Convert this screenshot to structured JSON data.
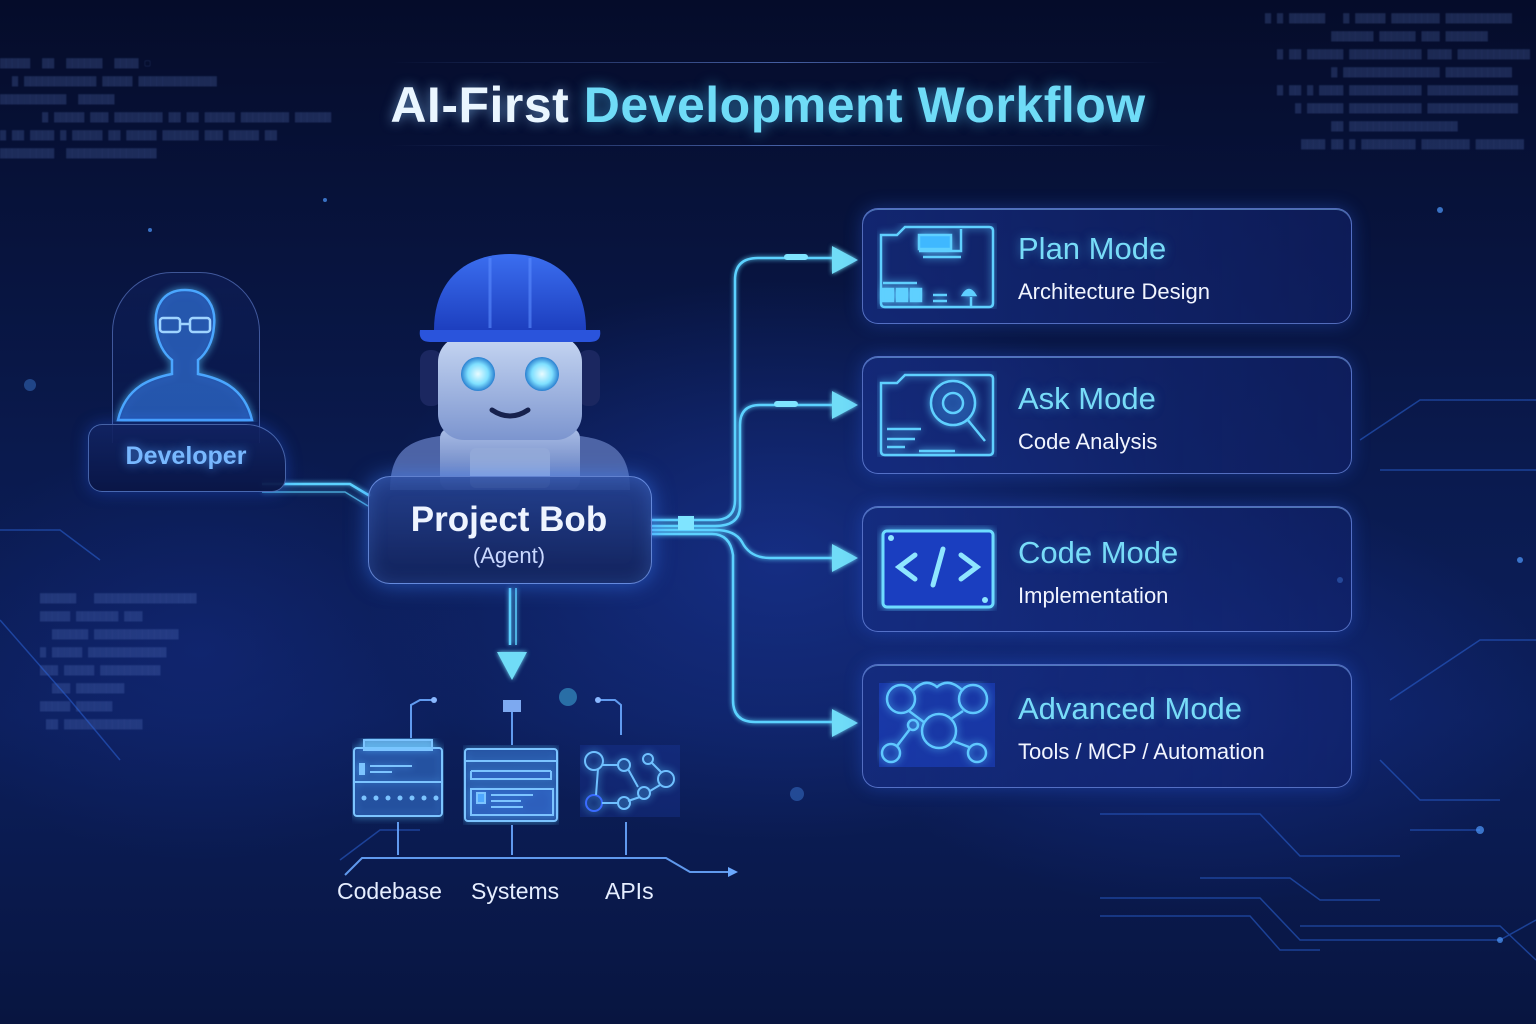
{
  "title": {
    "part1": "AI-First",
    "part2": "Development Workflow"
  },
  "developer": {
    "label": "Developer",
    "icon": "person-with-glasses-icon"
  },
  "agent": {
    "name": "Project Bob",
    "role": "(Agent)",
    "icon": "robot-hardhat-icon"
  },
  "modes": [
    {
      "title": "Plan Mode",
      "subtitle": "Architecture Design",
      "icon": "blueprint-icon"
    },
    {
      "title": "Ask Mode",
      "subtitle": "Code Analysis",
      "icon": "magnifier-document-icon"
    },
    {
      "title": "Code Mode",
      "subtitle": "Implementation",
      "icon": "code-brackets-icon"
    },
    {
      "title": "Advanced Mode",
      "subtitle": "Tools / MCP / Automation",
      "icon": "network-nodes-icon"
    }
  ],
  "resources": [
    {
      "label": "Codebase",
      "icon": "server-icon"
    },
    {
      "label": "Systems",
      "icon": "system-panel-icon"
    },
    {
      "label": "APIs",
      "icon": "api-graph-icon"
    }
  ],
  "colors": {
    "background": "#0a1a4e",
    "accent_cyan": "#6fdcf7",
    "accent_blue": "#78b8ff",
    "line_glow": "#4fc8ff"
  }
}
